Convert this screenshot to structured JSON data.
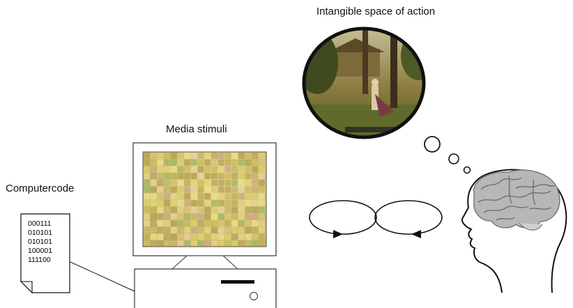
{
  "labels": {
    "intangible_space": "Intangible space of action",
    "media_stimuli": "Media stimuli",
    "computer_code": "Computercode"
  },
  "code_lines": [
    "000111",
    "010101",
    "010101",
    "100001",
    "111100"
  ],
  "colors": {
    "stroke": "#111111",
    "screen_bg": "#d7c878",
    "brain": "#9a9a9a",
    "brain_light": "#c8c8c8"
  }
}
